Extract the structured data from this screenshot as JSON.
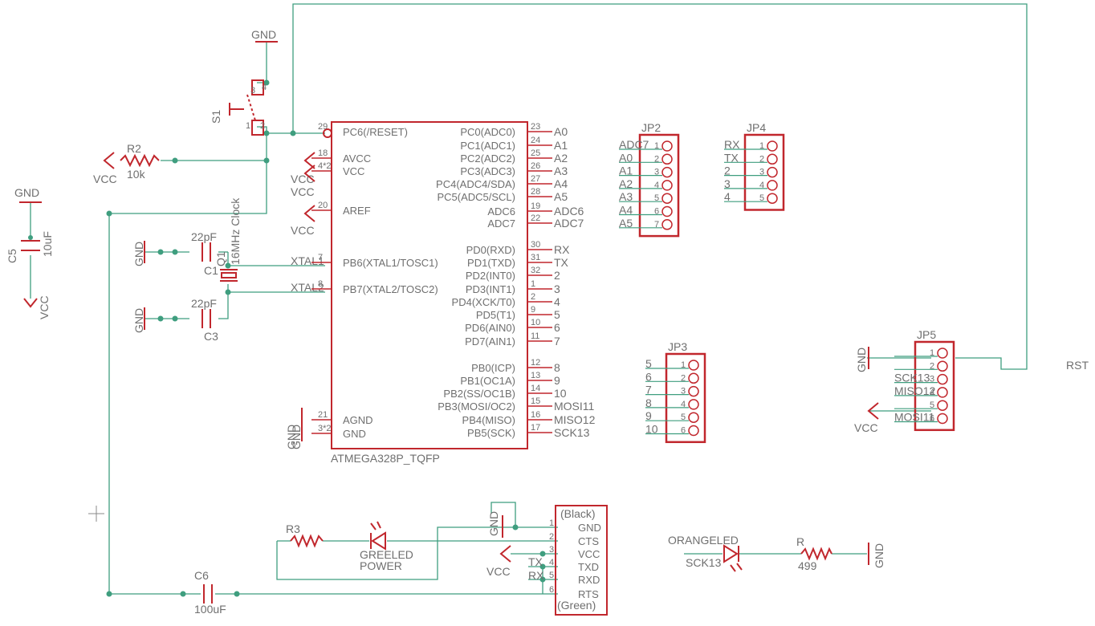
{
  "mcu": {
    "name": "ATMEGA328P_TQFP",
    "left_pins": [
      {
        "num": "29",
        "name": "PC6(/RESET)"
      },
      {
        "num": "18",
        "name": "AVCC"
      },
      {
        "num": "4*2",
        "name": "VCC"
      },
      {
        "num": "20",
        "name": "AREF"
      },
      {
        "num": "7",
        "name": "PB6(XTAL1/TOSC1)"
      },
      {
        "num": "8",
        "name": "PB7(XTAL2/TOSC2)"
      },
      {
        "num": "21",
        "name": "AGND"
      },
      {
        "num": "3*2",
        "name": "GND"
      }
    ],
    "right_pins": [
      {
        "num": "23",
        "name": "PC0(ADC0)",
        "net": "A0"
      },
      {
        "num": "24",
        "name": "PC1(ADC1)",
        "net": "A1"
      },
      {
        "num": "25",
        "name": "PC2(ADC2)",
        "net": "A2"
      },
      {
        "num": "26",
        "name": "PC3(ADC3)",
        "net": "A3"
      },
      {
        "num": "27",
        "name": "PC4(ADC4/SDA)",
        "net": "A4"
      },
      {
        "num": "28",
        "name": "PC5(ADC5/SCL)",
        "net": "A5"
      },
      {
        "num": "19",
        "name": "ADC6",
        "net": "ADC6"
      },
      {
        "num": "22",
        "name": "ADC7",
        "net": "ADC7"
      },
      {
        "num": "30",
        "name": "PD0(RXD)",
        "net": "RX"
      },
      {
        "num": "31",
        "name": "PD1(TXD)",
        "net": "TX"
      },
      {
        "num": "32",
        "name": "PD2(INT0)",
        "net": "2"
      },
      {
        "num": "1",
        "name": "PD3(INT1)",
        "net": "3"
      },
      {
        "num": "2",
        "name": "PD4(XCK/T0)",
        "net": "4"
      },
      {
        "num": "9",
        "name": "PD5(T1)",
        "net": "5"
      },
      {
        "num": "10",
        "name": "PD6(AIN0)",
        "net": "6"
      },
      {
        "num": "11",
        "name": "PD7(AIN1)",
        "net": "7"
      },
      {
        "num": "12",
        "name": "PB0(ICP)",
        "net": "8"
      },
      {
        "num": "13",
        "name": "PB1(OC1A)",
        "net": "9"
      },
      {
        "num": "14",
        "name": "PB2(SS/OC1B)",
        "net": "10"
      },
      {
        "num": "15",
        "name": "PB3(MOSI/OC2)",
        "net": "MOSI11"
      },
      {
        "num": "16",
        "name": "PB4(MISO)",
        "net": "MISO12"
      },
      {
        "num": "17",
        "name": "PB5(SCK)",
        "net": "SCK13"
      }
    ]
  },
  "labels": {
    "gnd": "GND",
    "vcc": "VCC",
    "xtal1": "XTAL1",
    "xtal2": "XTAL2",
    "rst": "RST",
    "s1": "S1",
    "r2": "R2",
    "r2_val": "10k",
    "c5": "C5",
    "c5_val": "10uF",
    "c1": "C1",
    "c1_val": "22pF",
    "c3": "C3",
    "c3_val": "22pF",
    "q1": "Q1",
    "q1_val": "16MHz Clock",
    "r3": "R3",
    "led_green_1": "GREELED",
    "led_green_2": "POWER",
    "c6": "C6",
    "c6_val": "100uF",
    "led_orange": "ORANGELED",
    "led_orange_net": "SCK13",
    "r_orange": "R",
    "r_orange_val": "499",
    "ftdi_top": "(Black)",
    "ftdi_bottom": "(Green)",
    "ftdi_tx": "TX",
    "ftdi_rx": "RX",
    "jp2": "JP2",
    "jp3": "JP3",
    "jp4": "JP4",
    "jp5": "JP5",
    "s1_pin_1": "1",
    "s1_pin_2": "2",
    "s1_pin_3": "3",
    "s1_pin_4": "4"
  },
  "ftdi_pins": [
    {
      "num": "1",
      "name": "GND"
    },
    {
      "num": "2",
      "name": "CTS"
    },
    {
      "num": "3",
      "name": "VCC"
    },
    {
      "num": "4",
      "name": "TXD"
    },
    {
      "num": "5",
      "name": "RXD"
    },
    {
      "num": "6",
      "name": "RTS"
    }
  ],
  "jp2_nets": [
    "ADC7",
    "A0",
    "A1",
    "A2",
    "A3",
    "A4",
    "A5"
  ],
  "jp2_nums": [
    "1",
    "2",
    "3",
    "4",
    "5",
    "6",
    "7"
  ],
  "jp3_nets": [
    "5",
    "6",
    "7",
    "8",
    "9",
    "10"
  ],
  "jp3_nums": [
    "1",
    "2",
    "3",
    "4",
    "5",
    "6"
  ],
  "jp4_nets": [
    "RX",
    "TX",
    "2",
    "3",
    "4"
  ],
  "jp4_nums": [
    "1",
    "2",
    "3",
    "4",
    "5"
  ],
  "jp5_nets": [
    "",
    "",
    "SCK13",
    "MISO12",
    "",
    "MOSI11"
  ],
  "jp5_nums": [
    "1",
    "2",
    "3",
    "4",
    "5",
    "6"
  ]
}
